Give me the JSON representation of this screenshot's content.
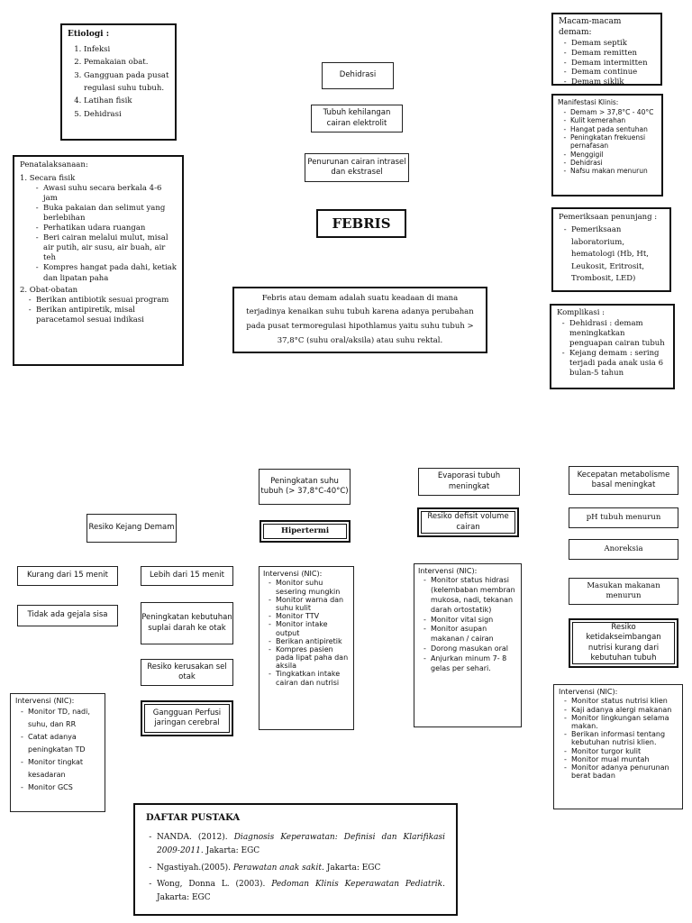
{
  "etiologi": {
    "title": "Etiologi :",
    "items": [
      "Infeksi",
      "Pemakaian obat.",
      "Gangguan pada pusat regulasi suhu tubuh.",
      "Latihan fisik",
      "Dehidrasi"
    ]
  },
  "dehidrasi": "Dehidrasi",
  "tubuh_kehilangan": "Tubuh kehilangan cairan elektrolit",
  "penurunan_cairan": "Penurunan cairan intrasel dan ekstrasel",
  "febris": "FEBRIS",
  "definisi": "Febris atau demam adalah suatu keadaan di mana terjadinya kenaikan suhu tubuh karena adanya perubahan pada pusat termoregulasi hipothlamus yaitu suhu tubuh > 37,8°C (suhu oral/aksila) atau suhu rektal.",
  "macam_demam": {
    "title": "Macam-macam demam:",
    "items": [
      "Demam septik",
      "Demam remitten",
      "Demam intermitten",
      "Demam continue",
      "Demam siklik"
    ]
  },
  "manifestasi": {
    "title": "Manifestasi Klinis:",
    "items": [
      "Demam > 37,8°C - 40°C",
      "Kulit kemerahan",
      "Hangat pada sentuhan",
      "Peningkatan frekuensi pernafasan",
      "Menggigil",
      "Dehidrasi",
      "Nafsu makan menurun"
    ]
  },
  "penunjang": {
    "title": "Pemeriksaan penunjang :",
    "items": [
      "Pemeriksaan laboratorium, hematologi (Hb, Ht, Leukosit, Eritrosit, Trombosit, LED)"
    ]
  },
  "komplikasi": {
    "title": "Komplikasi :",
    "items": [
      "Dehidrasi : demam meningkatkan penguapan cairan tubuh",
      "Kejang demam : sering terjadi pada anak usia 6 bulan-5 tahun"
    ]
  },
  "penatalaksanaan": {
    "title": "Penatalaksanaan:",
    "sub1": "1. Secara fisik",
    "items1": [
      "Awasi suhu secara berkala 4-6 jam",
      "Buka pakaian dan selimut yang berlebihan",
      "Perhatikan udara ruangan",
      "Beri cairan melalui mulut, misal air putih, air susu, air buah, air teh",
      "Kompres hangat pada dahi, ketiak dan lipatan paha"
    ],
    "sub2": "2. Obat-obatan",
    "items2": [
      "Berikan antibiotik sesuai program",
      "Berikan antipiretik, misal paracetamol sesuai indikasi"
    ]
  },
  "peningkatan_suhu": "Peningkatan suhu tubuh (> 37,8°C-40°C)",
  "hipertermi": "Hipertermi",
  "evaporasi": "Evaporasi tubuh meningkat",
  "defisit": "Resiko defisit volume cairan",
  "metabolisme": "Kecepatan metabolisme basal meningkat",
  "ph": "pH tubuh menurun",
  "anoreksia": "Anoreksia",
  "masukan": "Masukan makanan menurun",
  "nutrisi": "Resiko ketidakseimbangan nutrisi kurang dari kebutuhan tubuh",
  "kejang": "Resiko Kejang Demam",
  "kurang15": "Kurang dari 15 menit",
  "lebih15": "Lebih dari 15 menit",
  "tidak_gejala": "Tidak ada gejala sisa",
  "suplai": "Peningkatan kebutuhan suplai darah ke otak",
  "kerusakan": "Resiko kerusakan sel otak",
  "perfusi": "Gangguan Perfusi jaringan cerebral",
  "nic_hipertermi": {
    "title": "Intervensi (NIC):",
    "items": [
      "Monitor suhu sesering mungkin",
      "Monitor warna dan suhu kulit",
      "Monitor TTV",
      "Monitor intake output",
      "Berikan antipiretik",
      "Kompres pasien pada lipat paha dan aksila",
      "Tingkatkan intake cairan dan nutrisi"
    ]
  },
  "nic_cairan": {
    "title": "Intervensi (NIC):",
    "items": [
      "Monitor status hidrasi (kelembaban membran mukosa, nadi, tekanan darah ortostatik)",
      "Monitor vital sign",
      "Monitor asupan makanan / cairan",
      "Dorong masukan oral",
      "Anjurkan minum 7- 8 gelas per sehari."
    ]
  },
  "nic_nutrisi": {
    "title": "Intervensi (NIC):",
    "items": [
      "Monitor status nutrisi klien",
      "Kaji adanya alergi makanan",
      "Monitor lingkungan selama makan.",
      "Berikan informasi tentang kebutuhan nutrisi klien.",
      "Monitor turgor kulit",
      "Monitor mual muntah",
      "Monitor adanya penurunan berat badan"
    ]
  },
  "nic_perfusi": {
    "title": "Intervensi (NIC):",
    "items": [
      "Monitor TD, nadi, suhu, dan RR",
      "Catat adanya peningkatan TD",
      "Monitor tingkat kesadaran",
      "Monitor GCS"
    ]
  },
  "pustaka": {
    "title": "DAFTAR PUSTAKA",
    "items": [
      {
        "pre": "NANDA. (2012). ",
        "ital": "Diagnosis Keperawatan: Definisi dan Klarifikasi 2009-2011.",
        "post": " Jakarta: EGC"
      },
      {
        "pre": "Ngastiyah.(2005). ",
        "ital": "Perawatan anak sakit.",
        "post": " Jakarta: EGC"
      },
      {
        "pre": "Wong, Donna L. (2003). ",
        "ital": "Pedoman Klinis Keperawatan Pediatrik.",
        "post": " Jakarta: EGC"
      }
    ]
  }
}
